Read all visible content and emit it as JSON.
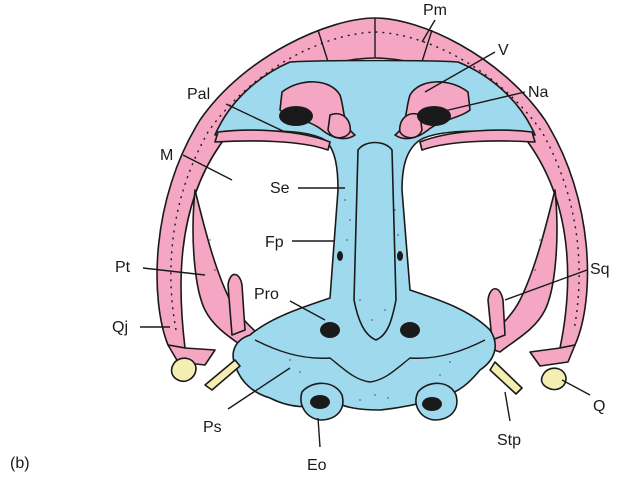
{
  "figure": {
    "panel_label": "(b)",
    "colors": {
      "dermal_bone": "#f4a6c2",
      "endochondral_bone": "#9fd9ee",
      "cartilage": "#f4eeb2",
      "outline": "#1a1a1a"
    },
    "labels": {
      "pm": "Pm",
      "v": "V",
      "na": "Na",
      "pal": "Pal",
      "m": "M",
      "se": "Se",
      "fp": "Fp",
      "pt": "Pt",
      "sq": "Sq",
      "pro": "Pro",
      "qj": "Qj",
      "q": "Q",
      "ps": "Ps",
      "stp": "Stp",
      "eo": "Eo"
    }
  }
}
